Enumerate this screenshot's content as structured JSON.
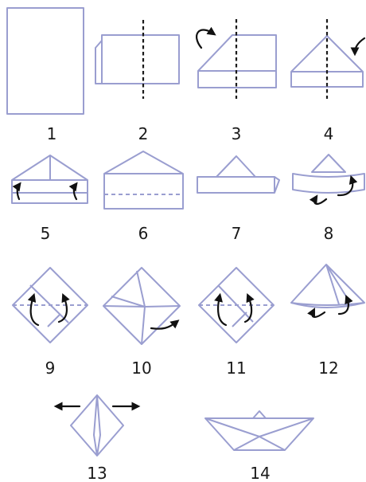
{
  "title": "",
  "steps": [
    {
      "label": "1"
    },
    {
      "label": "2"
    },
    {
      "label": "3"
    },
    {
      "label": "4"
    },
    {
      "label": "5"
    },
    {
      "label": "6"
    },
    {
      "label": "7"
    },
    {
      "label": "8"
    },
    {
      "label": "9"
    },
    {
      "label": "10"
    },
    {
      "label": "11"
    },
    {
      "label": "12"
    },
    {
      "label": "13"
    },
    {
      "label": "14"
    }
  ],
  "colors": {
    "paper_outline": "#9a9ed0",
    "fold_line": "#1a1a1a",
    "arrow": "#111111"
  },
  "icons": [
    "fold-arrow-icon",
    "direction-arrow-icon"
  ]
}
